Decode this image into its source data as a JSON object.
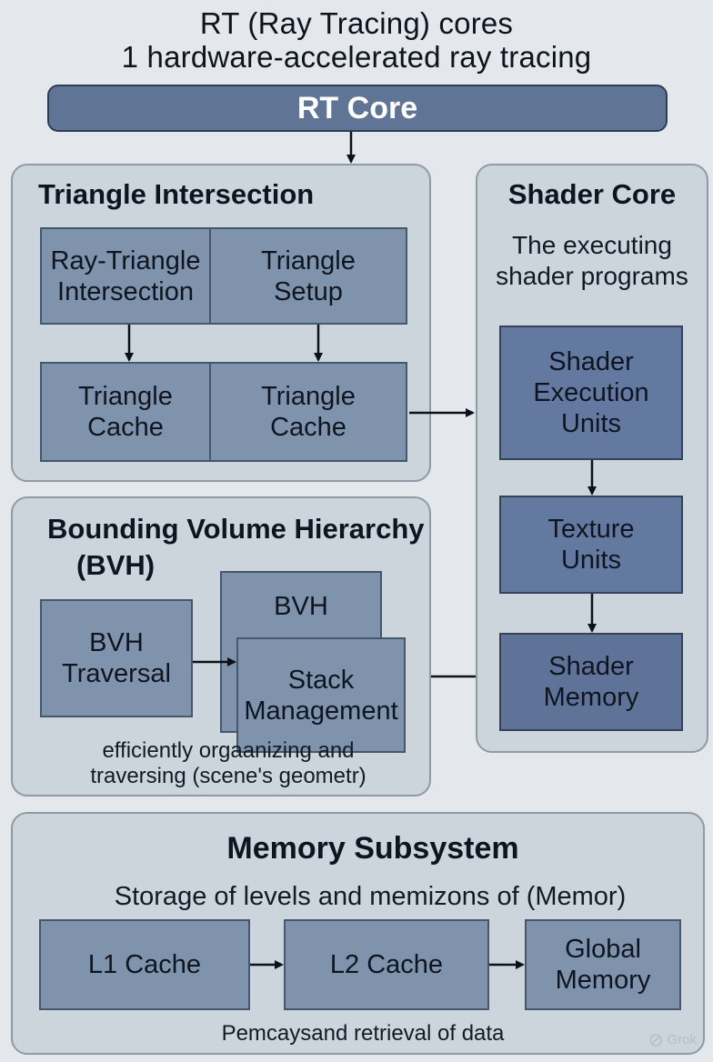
{
  "title": {
    "line1": "RT (Ray Tracing) cores",
    "line2": "1 hardware-accelerated ray tracing"
  },
  "banner": {
    "label": "RT Core"
  },
  "triangle_intersection": {
    "title": "Triangle Intersection",
    "ray_triangle": [
      "Ray-Triangle",
      "Intersection"
    ],
    "triangle_setup": [
      "Triangle",
      "Setup"
    ],
    "cache_left": [
      "Triangle",
      "Cache"
    ],
    "cache_right": [
      "Triangle",
      "Cache"
    ]
  },
  "shader_core": {
    "title": "Shader Core",
    "subtitle": [
      "The executing",
      "shader programs"
    ],
    "execution_units": [
      "Shader",
      "Execution",
      "Units"
    ],
    "texture_units": [
      "Texture",
      "Units"
    ],
    "shader_memory": [
      "Shader",
      "Memory"
    ]
  },
  "bvh": {
    "title_line1": "Bounding Volume Hierarchy",
    "title_line2": "(BVH)",
    "traversal": [
      "BVH",
      "Traversal"
    ],
    "bvh_box": "BVH",
    "stack": [
      "Stack",
      "Management"
    ],
    "caption": [
      "efficiently orgaanizing and",
      "traversing (scene's geometr)"
    ]
  },
  "memory": {
    "title": "Memory Subsystem",
    "subtitle": "Storage of levels and memizons of (Memor)",
    "l1": "L1 Cache",
    "l2": "L2 Cache",
    "global": [
      "Global",
      "Memory"
    ],
    "caption": "Pemcaysand retrieval of data"
  },
  "watermark": {
    "label": "Grok",
    "icon": "grok-logo-icon"
  }
}
